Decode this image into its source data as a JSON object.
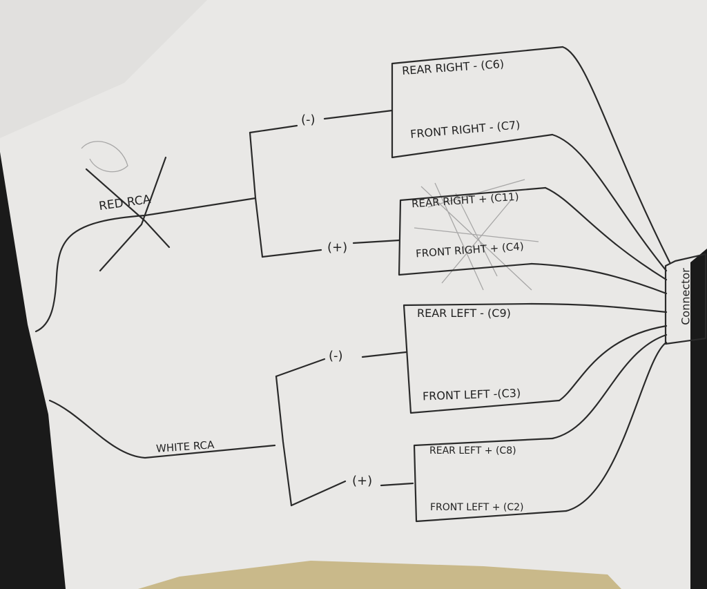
{
  "labels": {
    "red_rca": "RED RCA",
    "white_rca": "WHITE RCA",
    "right_negative": "(-)",
    "right_positive": "(+)",
    "left_negative": "(-)",
    "left_positive": "(+)",
    "rear_right_neg": "REAR RIGHT - (C6)",
    "front_right_neg": "FRONT RIGHT - (C7)",
    "rear_right_pos": "REAR RIGHT + (C11)",
    "front_right_pos": "FRONT RIGHT + (C4)",
    "rear_left_neg": "REAR LEFT - (C9)",
    "front_left_neg": "FRONT LEFT -(C3)",
    "rear_left_pos": "REAR LEFT + (C8)",
    "front_left_pos": "FRONT LEFT + (C2)",
    "connector": "Connector"
  },
  "colors": {
    "ink": "#2a2a2a",
    "paper": "#e9e8e6",
    "background": "#1a1a1a",
    "tape": "#c9b98a"
  }
}
